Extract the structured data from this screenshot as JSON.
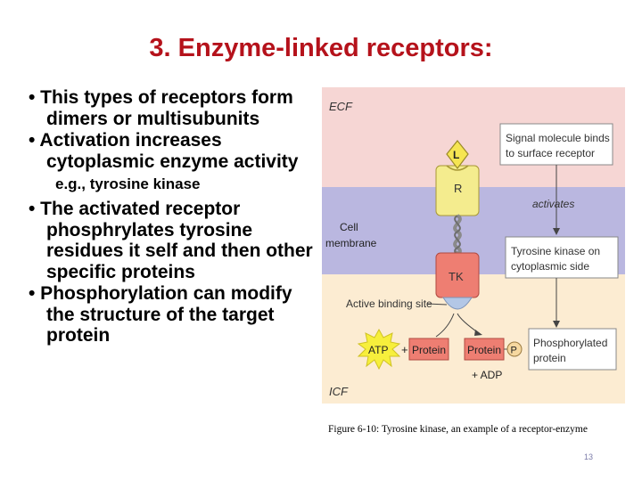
{
  "slide": {
    "title": "3. Enzyme-linked receptors:",
    "bullets": [
      "• This types of receptors form dimers or multisubunits",
      "• Activation increases cytoplasmic enzyme activity"
    ],
    "example": "e.g., tyrosine kinase",
    "bullets2": [
      "• The activated receptor phosphrylates tyrosine residues it self and then other specific proteins",
      "• Phosphorylation can modify the structure of the target protein"
    ],
    "page_number": "13"
  },
  "figure": {
    "ecf": "ECF",
    "icf": "ICF",
    "cell_membrane_1": "Cell",
    "cell_membrane_2": "membrane",
    "ligand": "L",
    "receptor": "R",
    "tk": "TK",
    "box1_line1": "Signal molecule binds",
    "box1_line2": "to surface receptor",
    "activates": "activates",
    "box2_line1": "Tyrosine kinase on",
    "box2_line2": "cytoplasmic side",
    "active_site": "Active binding site",
    "atp": "ATP",
    "plus": "+",
    "protein1": "Protein",
    "protein2": "Protein",
    "p": "P",
    "box3_line1": "Phosphorylated",
    "box3_line2": "protein",
    "adp": "+ ADP",
    "caption": "Figure 6-10: Tyrosine kinase, an example of a receptor-enzyme",
    "colors": {
      "ecf": "#f6d6d4",
      "membrane": "#bab7e0",
      "icf": "#fcecd2",
      "title": "#b5121b"
    }
  }
}
